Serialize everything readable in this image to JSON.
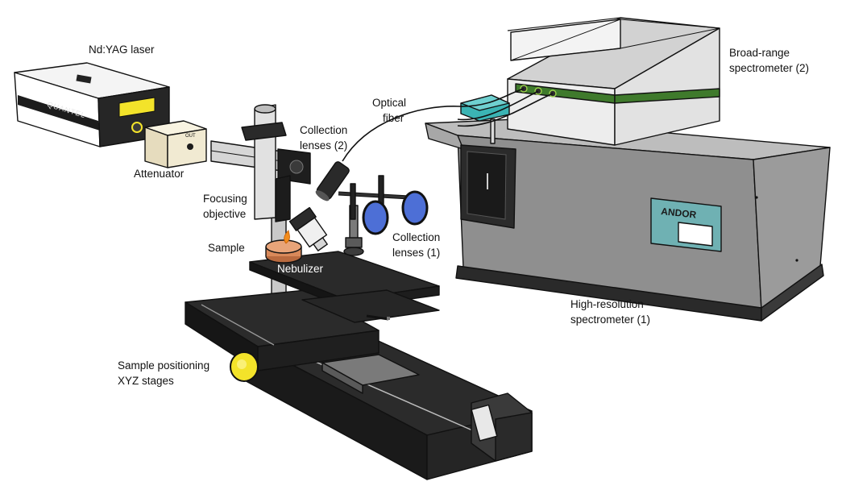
{
  "labels": {
    "laser": "Nd:YAG laser",
    "attenuator": "Attenuator",
    "focusing_objective_1": "Focusing",
    "focusing_objective_2": "objective",
    "sample": "Sample",
    "nebulizer": "Nebulizer",
    "collection_lenses_2_a": "Collection",
    "collection_lenses_2_b": "lenses (2)",
    "collection_lenses_1_a": "Collection",
    "collection_lenses_1_b": "lenses (1)",
    "optical_fiber_a": "Optical",
    "optical_fiber_b": "fiber",
    "broad_range_a": "Broad-range",
    "broad_range_b": "spectrometer (2)",
    "high_res_a": "High-resolution",
    "high_res_b": "spectrometer (1)",
    "xyz_a": "Sample positioning",
    "xyz_b": "XYZ stages"
  },
  "device_text": {
    "laser_brand": "QUANTEL",
    "attenuator_port": "OUT",
    "spectrometer_brand": "ANDOR"
  },
  "colors": {
    "outline": "#111111",
    "stage_black": "#1f1f1f",
    "knob_yellow": "#f3e32a",
    "lens_blue": "#4d6fd6",
    "spectrometer_gray": "#8f8f8f",
    "spectrometer_top": "#bdbdbd",
    "broad_range_white": "#ededed",
    "green_stripe": "#3f7a2c",
    "teal_box": "#3bb4b4",
    "andor_panel": "#6fb1b3",
    "sample_copper": "#d9895a",
    "attenuator_cream": "#f1ead2"
  }
}
